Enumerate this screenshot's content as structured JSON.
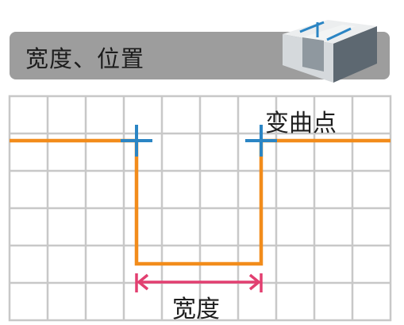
{
  "header": {
    "title": "宽度、位置",
    "icon": "u-channel-block-icon"
  },
  "diagram": {
    "grid_columns": 10,
    "grid_rows": 6,
    "labels": {
      "bend_point": "变曲点",
      "width": "宽度"
    },
    "colors": {
      "path": "#f28c1b",
      "bend_marker": "#2b85c4",
      "width_arrow": "#e23f70",
      "grid": "#c8c8c8",
      "banner": "#9d9d9d",
      "block_light": "#d9dde0",
      "block_dark": "#5b6670"
    }
  }
}
